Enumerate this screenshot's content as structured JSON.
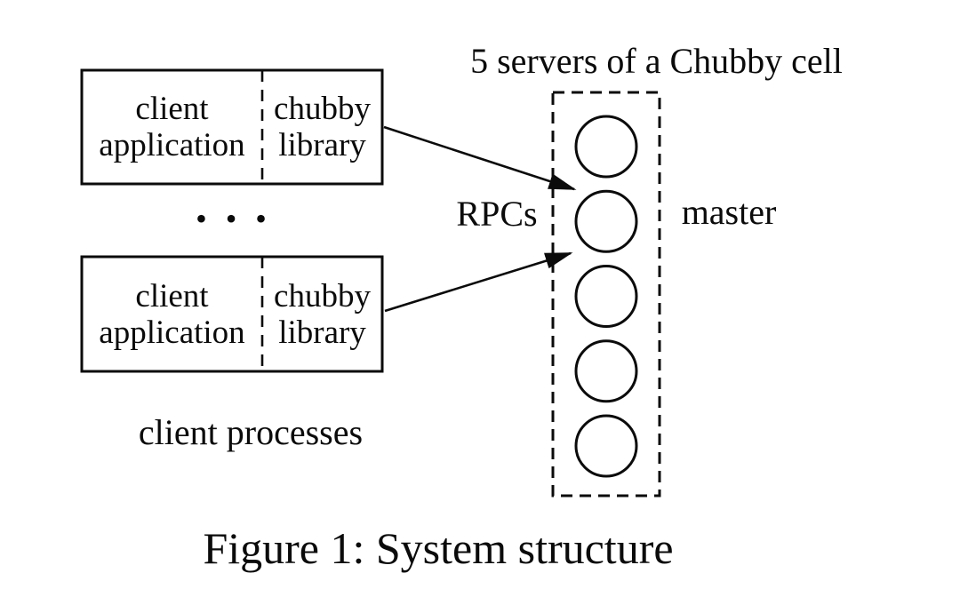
{
  "figure": {
    "caption": "Figure 1: System structure",
    "servers_label": "5 servers of a Chubby cell",
    "master_label": "master",
    "rpcs_label": "RPCs",
    "client_processes_label": "client processes",
    "ellipsis": "• • •",
    "server_count": 5,
    "client_boxes": [
      {
        "app": "client application",
        "lib": "chubby library"
      },
      {
        "app": "client application",
        "lib": "chubby library"
      }
    ],
    "colors": {
      "ink": "#0b0b0b",
      "background": "#ffffff"
    }
  }
}
